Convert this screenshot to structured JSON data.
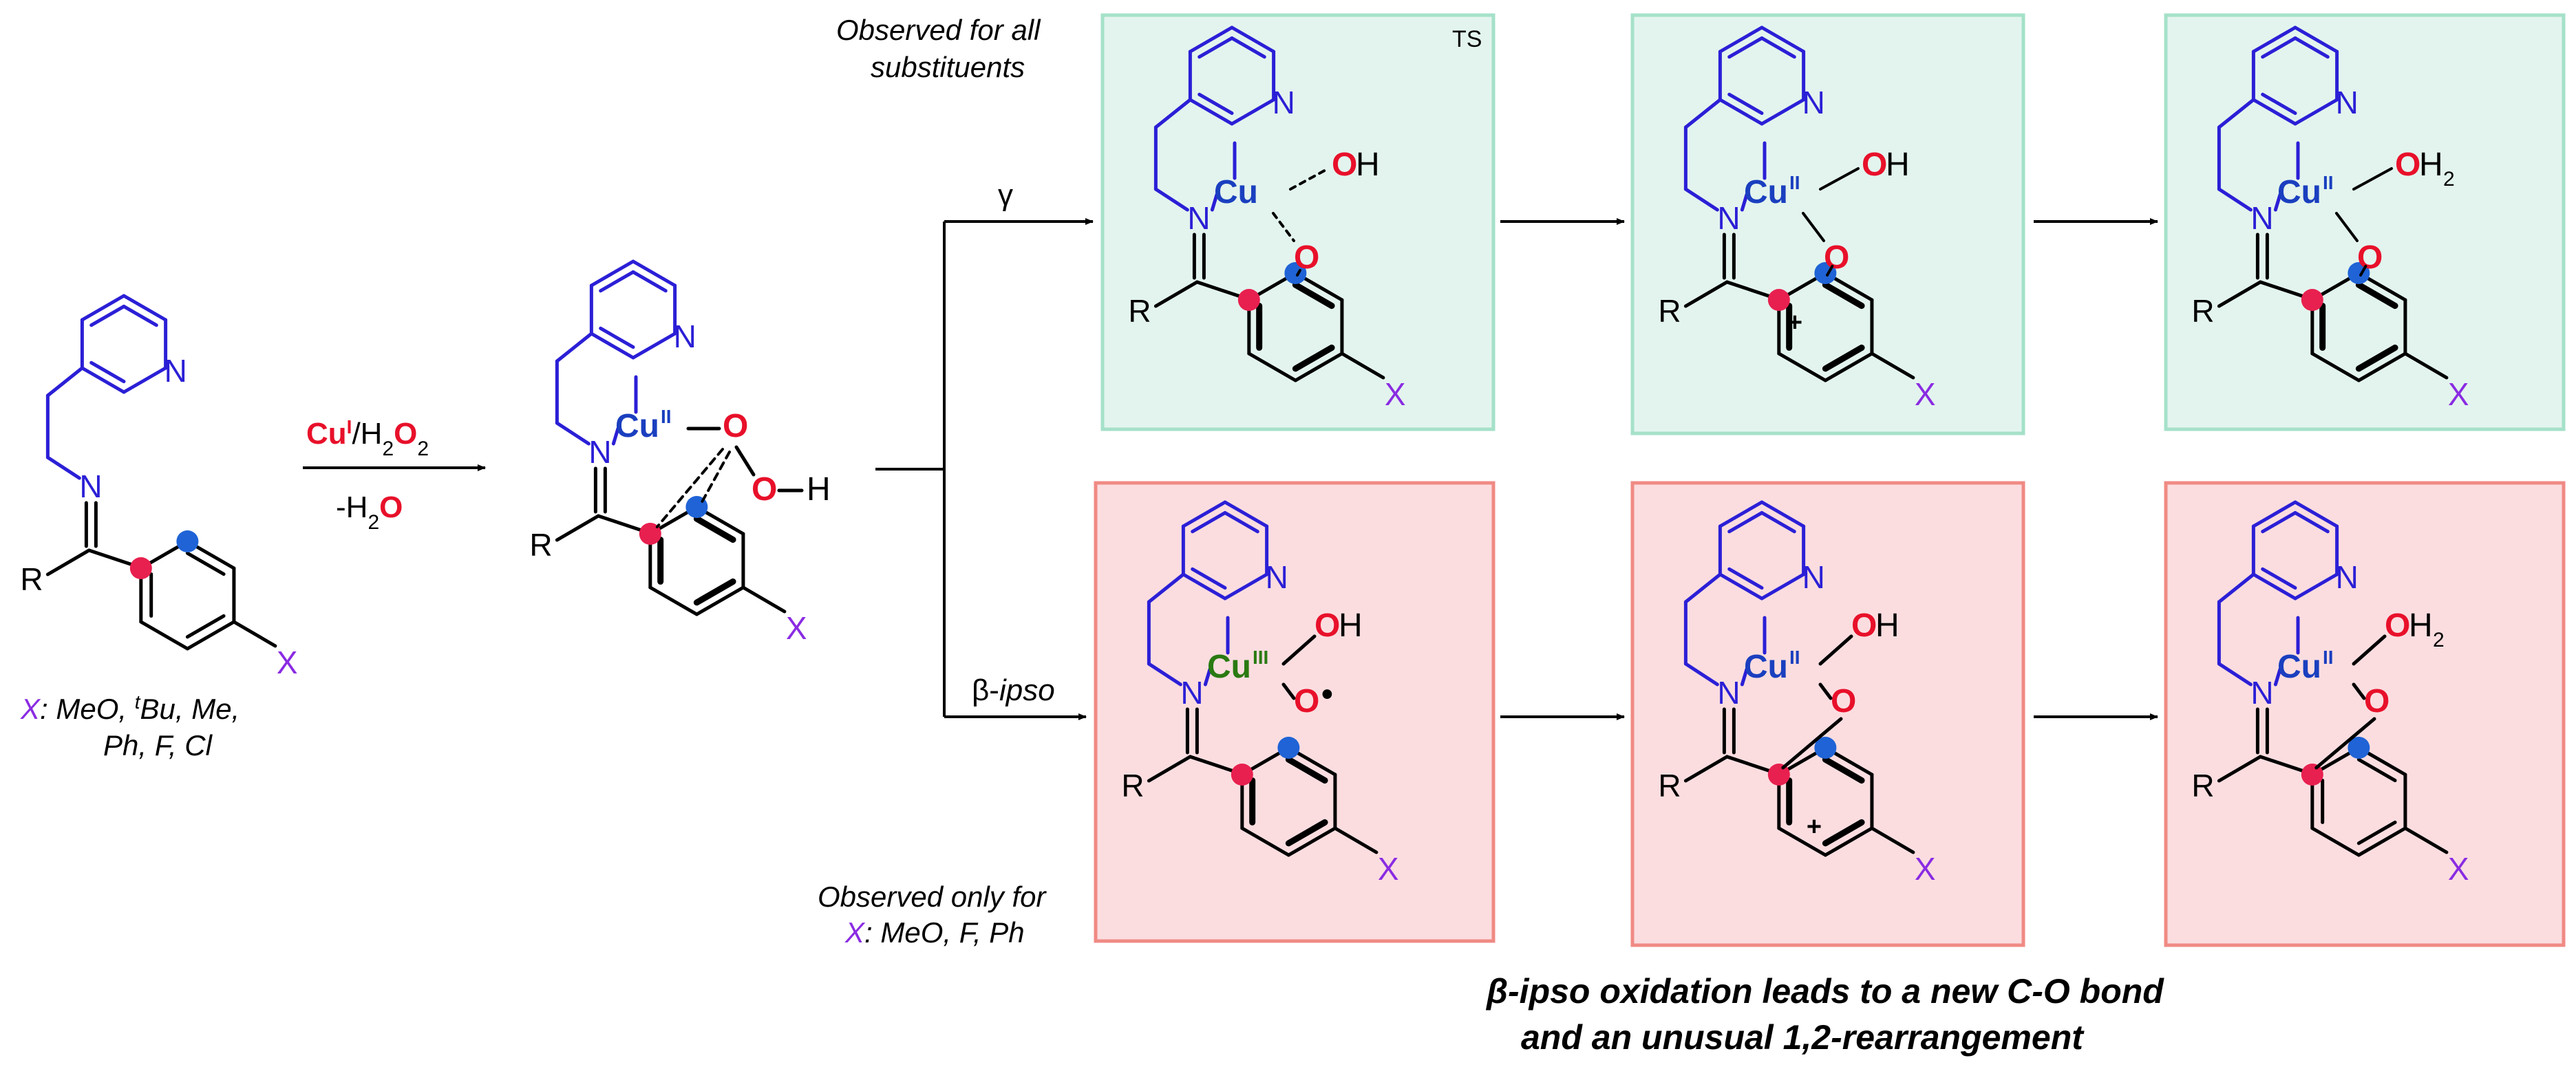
{
  "labels": {
    "x_list_line1": ": MeO, ",
    "x_list_tbu": "Bu, Me,",
    "x_list_line2": "Ph, F, Cl",
    "x_symbol": "X",
    "r_symbol": "R",
    "n_symbol": "N",
    "o_symbol": "O",
    "h_symbol": "H",
    "cu_symbol": "Cu",
    "cu_ii_sup": "II",
    "cu_iii_sup": "III",
    "cu_i_sup": "I",
    "t_sup": "t",
    "plus": "+",
    "radical_dot": "•",
    "reagent_top_cu": "Cu",
    "reagent_top_rest": "/H",
    "reagent_top_o2": "O",
    "reagent_bottom_minus": "-H",
    "reagent_bottom_o": "O",
    "sub2": "2",
    "gamma": "γ",
    "beta_prefix": "β-",
    "beta_ipso": "ipso",
    "ts": "TS",
    "observed_all_line1": "Observed for all",
    "observed_all_line2": "substituents",
    "observed_only_line1": "Observed only for",
    "observed_only_line2": ": MeO, F, Ph",
    "caption_line1_beta": "β",
    "caption_line1_rest": "-ipso oxidation leads to a new C-O bond",
    "caption_line2": "and an unusual 1,2-rearrangement"
  },
  "colors": {
    "ligand": "#2b1fd6",
    "oxygen": "#e8102a",
    "copper": "#1a3fbf",
    "copper_iii": "#2a7a12",
    "substituent": "#8a2be2",
    "dot_red": "#e8204f",
    "dot_blue": "#1f63d6",
    "green_box_fill": "#e3f4ee",
    "green_box_stroke": "#a5e1c9",
    "red_box_fill": "#fbdde0",
    "red_box_stroke": "#f08a84"
  }
}
